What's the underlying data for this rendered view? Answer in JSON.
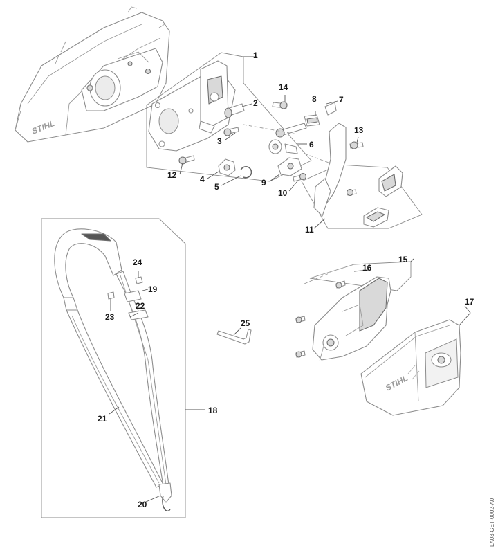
{
  "callouts": [
    "1",
    "2",
    "3",
    "4",
    "5",
    "6",
    "7",
    "8",
    "9",
    "10",
    "11",
    "12",
    "13",
    "14",
    "15",
    "16",
    "17",
    "18",
    "19",
    "20",
    "21",
    "22",
    "23",
    "24",
    "25"
  ],
  "brand_marks": {
    "housing": "STIHL",
    "cover": "STIHL"
  },
  "drawing_id": "LA03-GET-0002-A0",
  "colors": {
    "line": "#8c8c8c",
    "callout_text": "#1a1a1a",
    "background": "#ffffff"
  }
}
